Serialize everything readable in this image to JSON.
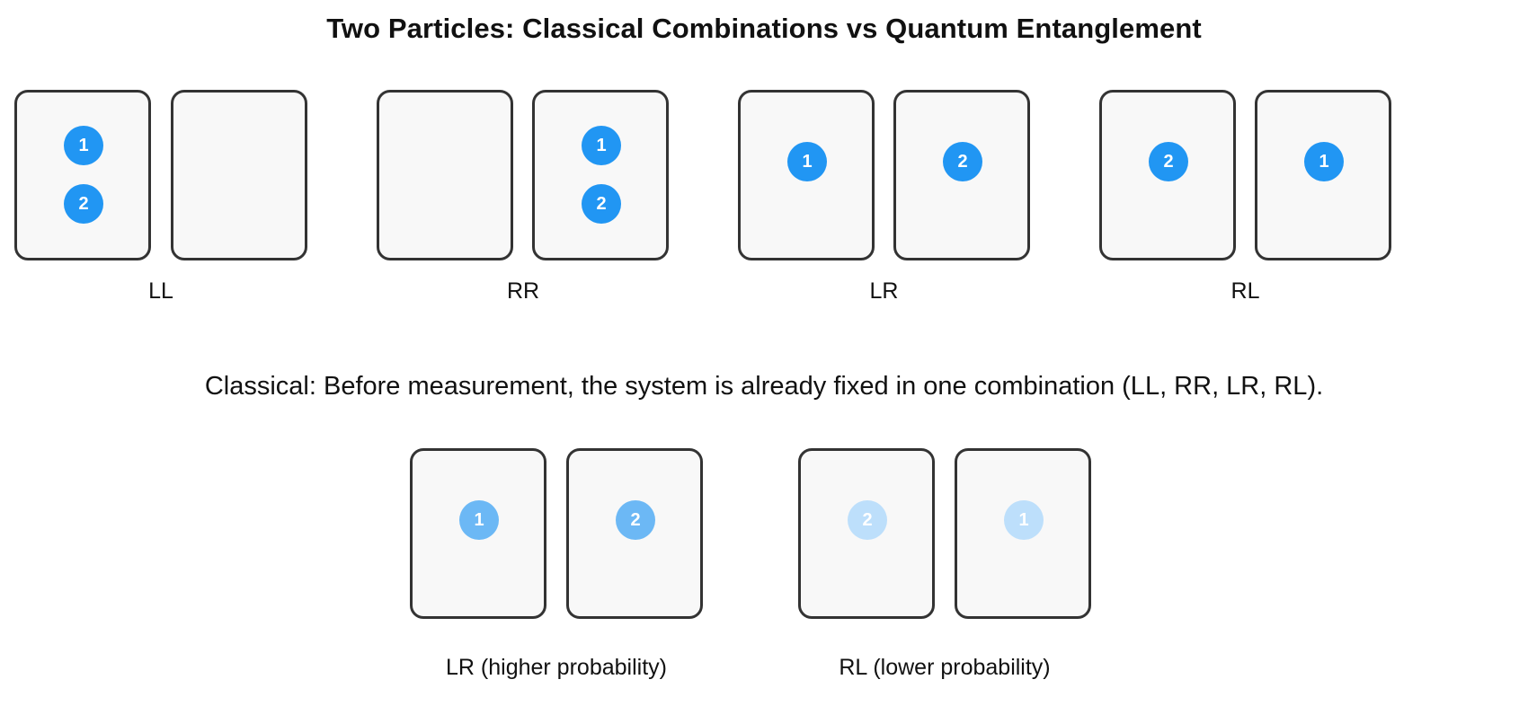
{
  "title": "Two Particles: Classical Combinations vs Quantum Entanglement",
  "colors": {
    "particle": "#2196f3",
    "particle_dim_strong": "#6cb8f5",
    "particle_dim_weak": "#bddffb",
    "box_border": "#333333",
    "box_fill": "#f8f8f8",
    "background": "#ffffff",
    "text": "#111111"
  },
  "classical": {
    "caption": "Classical: Before measurement, the system is already fixed in one combination (LL, RR, LR, RL).",
    "groups": [
      {
        "label": "LL",
        "left_box_particles": [
          "1",
          "2"
        ],
        "right_box_particles": []
      },
      {
        "label": "RR",
        "left_box_particles": [],
        "right_box_particles": [
          "1",
          "2"
        ]
      },
      {
        "label": "LR",
        "left_box_particles": [
          "1"
        ],
        "right_box_particles": [
          "2"
        ]
      },
      {
        "label": "RL",
        "left_box_particles": [
          "2"
        ],
        "right_box_particles": [
          "1"
        ]
      }
    ]
  },
  "quantum": {
    "groups": [
      {
        "label": "LR (higher probability)",
        "left_box_particles": [
          "1"
        ],
        "right_box_particles": [
          "2"
        ],
        "opacity_level": "higher"
      },
      {
        "label": "RL (lower probability)",
        "left_box_particles": [
          "2"
        ],
        "right_box_particles": [
          "1"
        ],
        "opacity_level": "lower"
      }
    ]
  },
  "particles": {
    "ll_left_top": "1",
    "ll_left_bottom": "2",
    "rr_right_top": "1",
    "rr_right_bottom": "2",
    "lr_left": "1",
    "lr_right": "2",
    "rl_left": "2",
    "rl_right": "1",
    "q_lr_left": "1",
    "q_lr_right": "2",
    "q_rl_left": "2",
    "q_rl_right": "1"
  },
  "labels": {
    "group_ll": "LL",
    "group_rr": "RR",
    "group_lr": "LR",
    "group_rl": "RL",
    "q_group_lr": "LR (higher probability)",
    "q_group_rl": "RL (lower probability)"
  }
}
